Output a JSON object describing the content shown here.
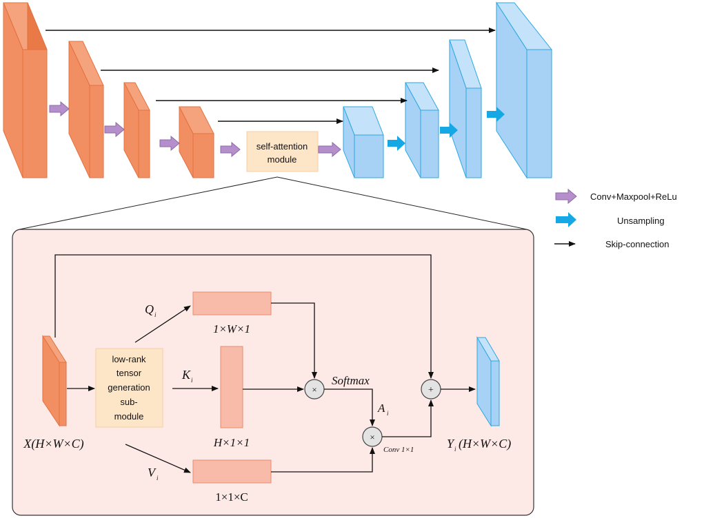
{
  "colors": {
    "encoder_fill": "#f28f62",
    "encoder_stroke": "#e4703f",
    "decoder_fill": "#a8d2f5",
    "decoder_stroke": "#2aa7e2",
    "purple_arrow": "#b48fcb",
    "cyan_arrow": "#16a8e4",
    "module_fill": "#fde5c8",
    "panel_fill": "#fde9e6",
    "tensor_fill": "#f9bba9"
  },
  "top": {
    "attention_module_line1": "self-attention",
    "attention_module_line2": "module"
  },
  "legend": {
    "conv": "Conv+Maxpool+ReLu",
    "upsample": "Unsampling",
    "skip": "Skip-connection"
  },
  "detail": {
    "input_label": "X(H×W×C)",
    "generator_lines": [
      "low-rank",
      "tensor",
      "generation",
      "sub-",
      "module"
    ],
    "q_label": "Q",
    "q_sub": "i",
    "k_label": "K",
    "k_sub": "i",
    "v_label": "V",
    "v_sub": "i",
    "q_dims": "1×W×1",
    "k_dims": "H×1×1",
    "v_dims": "1×1×C",
    "softmax": "Softmax",
    "a_label": "A",
    "a_sub": "i",
    "conv_label": "Conv 1×1",
    "output_label_main": "Y",
    "output_sub": "i",
    "output_label_rest": " (H×W×C)",
    "times_symbol": "×",
    "plus_symbol": "+"
  }
}
